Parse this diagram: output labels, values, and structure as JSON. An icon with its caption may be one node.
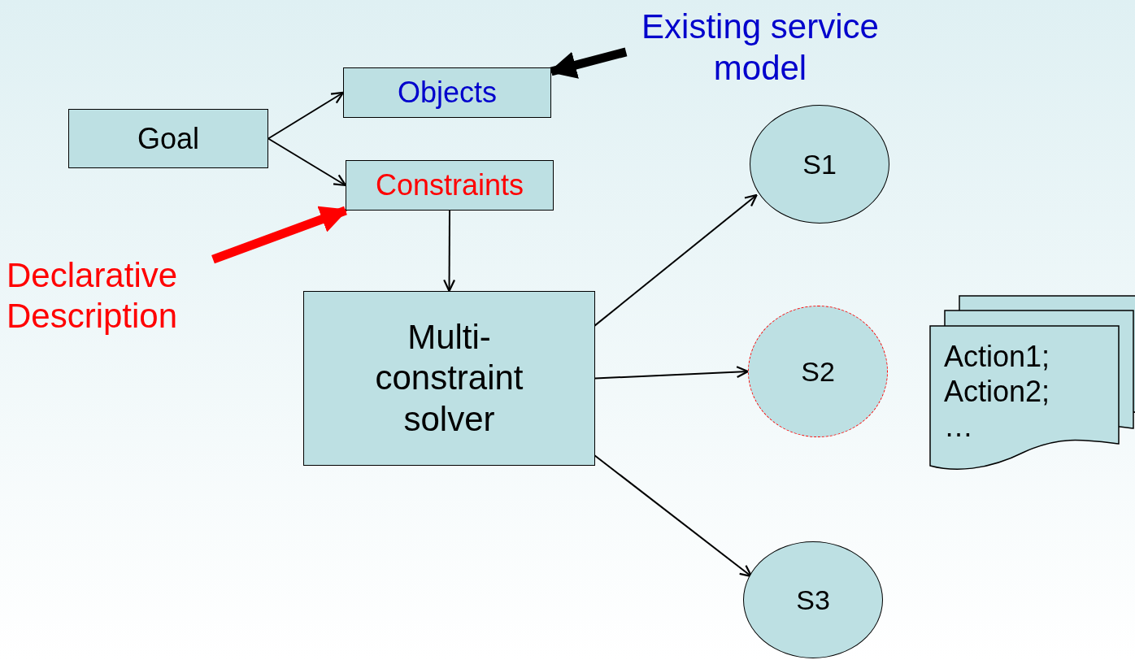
{
  "diagram": {
    "nodes": [
      {
        "text": [
          "Goal"
        ]
      },
      {
        "text": [
          "Objects"
        ]
      },
      {
        "text": [
          "Constraints"
        ]
      },
      {
        "text": [
          "Multi-constraint solver"
        ]
      },
      {
        "text": [
          "S1"
        ]
      },
      {
        "text": [
          "S2"
        ]
      },
      {
        "text": [
          "S3"
        ]
      },
      {
        "text": [
          "Existing service model"
        ]
      },
      {
        "text": [
          "Declarative Description"
        ]
      },
      {
        "text": [
          "Action1; Action2; …"
        ]
      }
    ],
    "edges": [
      {
        "from": 0,
        "to": 1,
        "arrow": "to"
      },
      {
        "from": 0,
        "to": 2,
        "arrow": "to"
      },
      {
        "from": 2,
        "to": 3,
        "arrow": "to"
      },
      {
        "from": 3,
        "to": 4,
        "arrow": "to"
      },
      {
        "from": 3,
        "to": 5,
        "arrow": "to"
      },
      {
        "from": 3,
        "to": 6,
        "arrow": "to"
      },
      {
        "from": 7,
        "to": 1,
        "arrow": "to",
        "style": "thick"
      },
      {
        "from": 8,
        "to": 2,
        "arrow": "to",
        "style": "thick",
        "color": "#ff0000"
      }
    ]
  }
}
